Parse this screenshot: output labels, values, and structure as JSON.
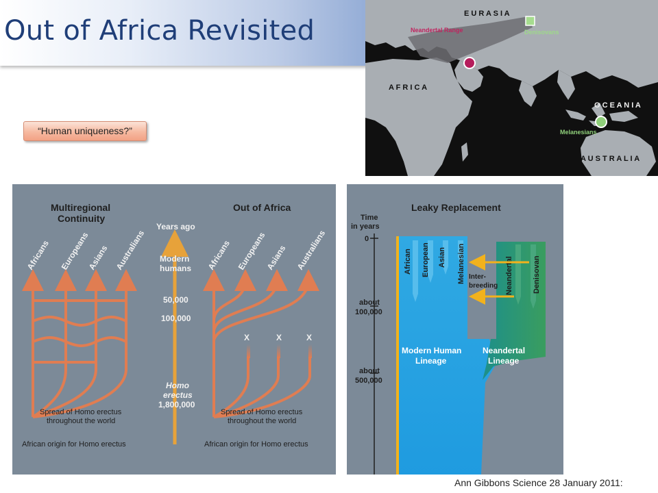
{
  "slide": {
    "title": "Out of Africa Revisited",
    "callout": "“Human uniqueness?”",
    "citation": "Ann Gibbons Science 28 January 2011:"
  },
  "map": {
    "labels": {
      "eurasia": "E U R A S I A",
      "africa": "A F R I C A",
      "oceania": "O C E A N I A",
      "australia": "A U S T R A L I A",
      "neandertal_range": "Neandertal Range",
      "denisovans": "Denisovans",
      "melanesians": "Melanesians"
    },
    "colors": {
      "neandertal": "#b51d5c",
      "denisovan": "#a6dc8f",
      "melanesian": "#8fcf7a",
      "land": "#a9aeb3",
      "sea": "#111111"
    }
  },
  "models": {
    "multiregional": {
      "title_line1": "Multiregional",
      "title_line2": "Continuity",
      "groups": [
        "Africans",
        "Europeans",
        "Asians",
        "Australians"
      ],
      "spread_line1": "Spread of Homo erectus",
      "spread_line2": "throughout the world",
      "origin": "African origin for Homo erectus"
    },
    "timeline": {
      "title": "Years ago",
      "modern_line1": "Modern",
      "modern_line2": "humans",
      "t1": "50,000",
      "t2": "100,000",
      "erectus_line1": "Homo",
      "erectus_line2": "erectus",
      "t3": "1,800,000"
    },
    "out_of_africa": {
      "title": "Out of Africa",
      "groups": [
        "Africans",
        "Europeans",
        "Asians",
        "Australians"
      ],
      "extinct_mark": "X",
      "spread_line1": "Spread of Homo erectus",
      "spread_line2": "throughout the world",
      "origin": "African origin for Homo erectus"
    },
    "leaky": {
      "title": "Leaky Replacement",
      "time_line1": "Time",
      "time_line2": "in years",
      "t0": "0",
      "t100_line1": "about",
      "t100_line2": "100,000",
      "t500_line1": "about",
      "t500_line2": "500,000",
      "modern_groups": [
        "African",
        "European",
        "Asian",
        "Melanesian"
      ],
      "archaic_groups": [
        "Neandertal",
        "Denisovan"
      ],
      "inter_line1": "Inter-",
      "inter_line2": "breeding",
      "modern_lineage_line1": "Modern Human",
      "modern_lineage_line2": "Lineage",
      "neandertal_lineage_line1": "Neandertal",
      "neandertal_lineage_line2": "Lineage",
      "colors": {
        "modern": "#2aa8e2",
        "neandertal": "#2d9a6e",
        "arrow": "#f2b21c"
      }
    }
  }
}
